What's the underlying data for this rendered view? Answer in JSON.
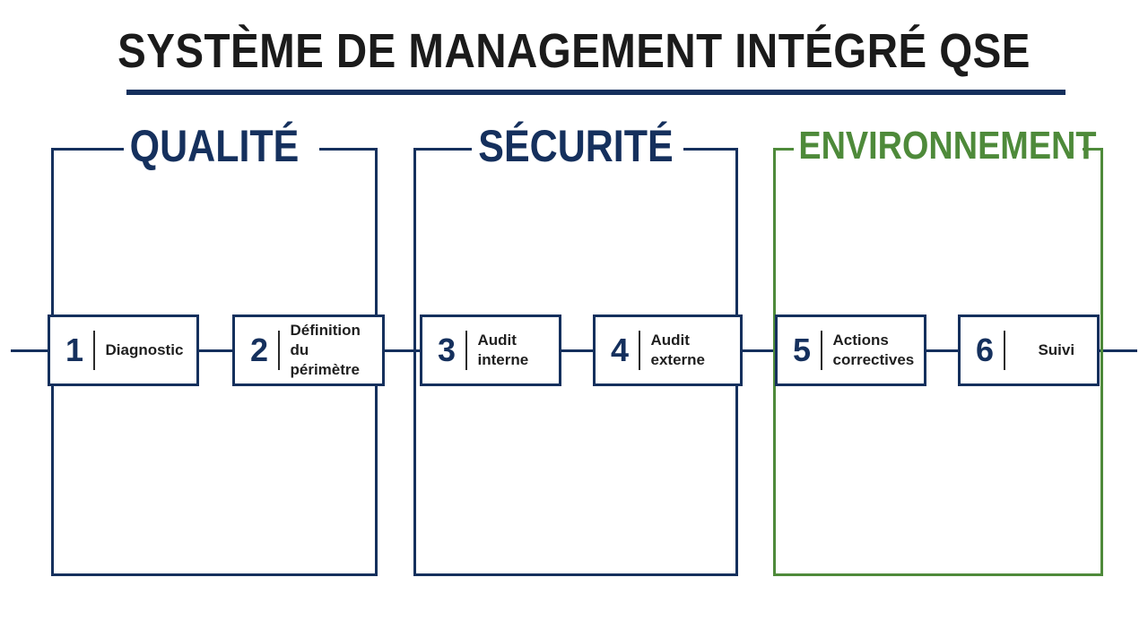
{
  "title": "SYSTÈME DE MANAGEMENT INTÉGRÉ QSE",
  "colors": {
    "navy": "#15305d",
    "green": "#4e8a3a",
    "text": "#1b1b1b"
  },
  "sections": [
    {
      "label": "QUALITÉ"
    },
    {
      "label": "SÉCURITÉ"
    },
    {
      "label": "ENVIRONNEMENT"
    }
  ],
  "steps": [
    {
      "number": "1",
      "label": "Diagnostic"
    },
    {
      "number": "2",
      "label": "Définition\ndu périmètre"
    },
    {
      "number": "3",
      "label": "Audit\ninterne"
    },
    {
      "number": "4",
      "label": "Audit\nexterne"
    },
    {
      "number": "5",
      "label": "Actions\ncorrectives"
    },
    {
      "number": "6",
      "label": "Suivi"
    }
  ]
}
